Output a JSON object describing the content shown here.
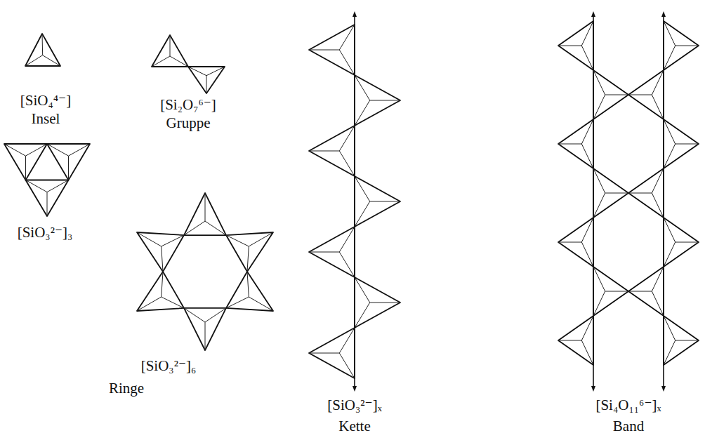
{
  "diagram": {
    "labels": [
      "[SiO₄⁴⁻]",
      "Insel",
      "[Si₂O₇⁶⁻]",
      "Gruppe",
      "[SiO₃²⁻]₃",
      "[SiO₃²⁻]₆",
      "Ringe",
      "[SiO₃²⁻]ₓ",
      "Kette",
      "[Si₄O₁₁⁶⁻]ₓ",
      "Band"
    ]
  }
}
